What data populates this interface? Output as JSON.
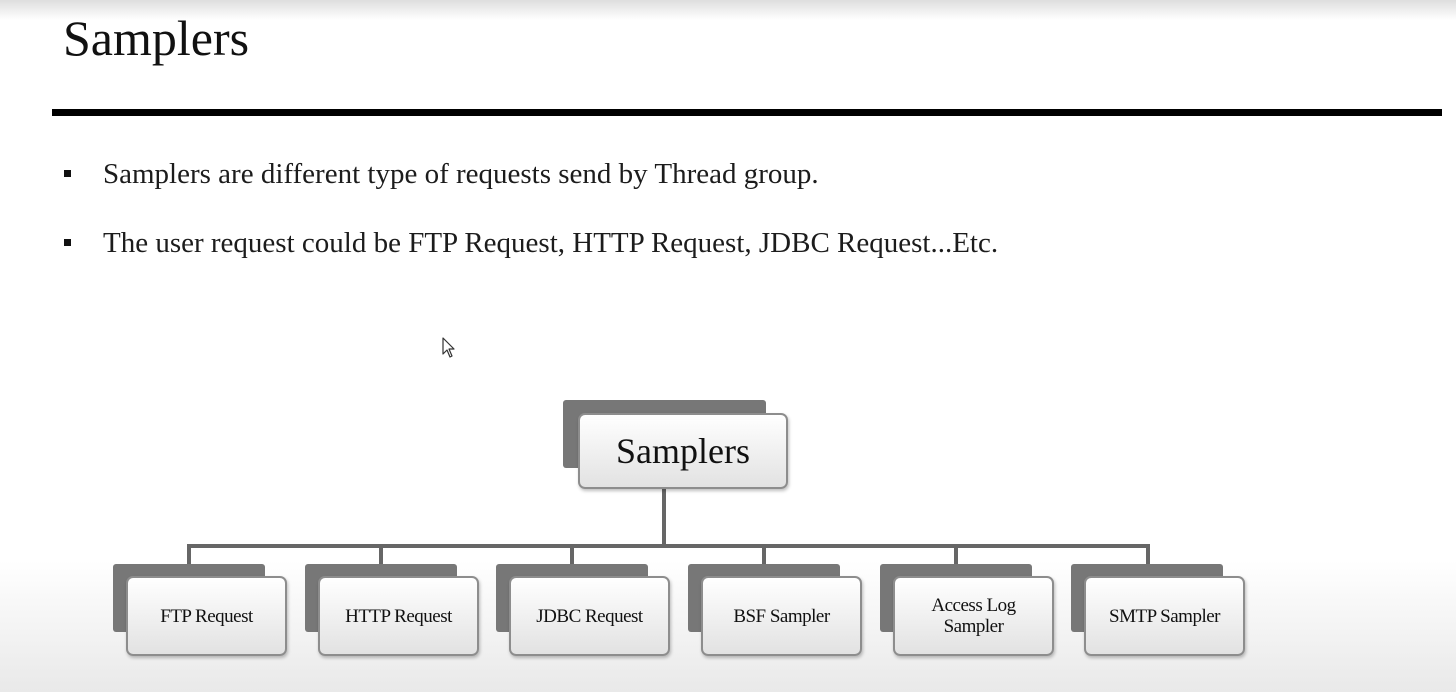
{
  "slide": {
    "title": "Samplers",
    "bullets": [
      "Samplers are different type of requests send by Thread group.",
      "The user request could be FTP Request, HTTP Request, JDBC Request...Etc."
    ]
  },
  "diagram": {
    "root": "Samplers",
    "children": [
      "FTP Request",
      "HTTP Request",
      "JDBC Request",
      "BSF Sampler",
      "Access Log Sampler",
      "SMTP Sampler"
    ]
  }
}
